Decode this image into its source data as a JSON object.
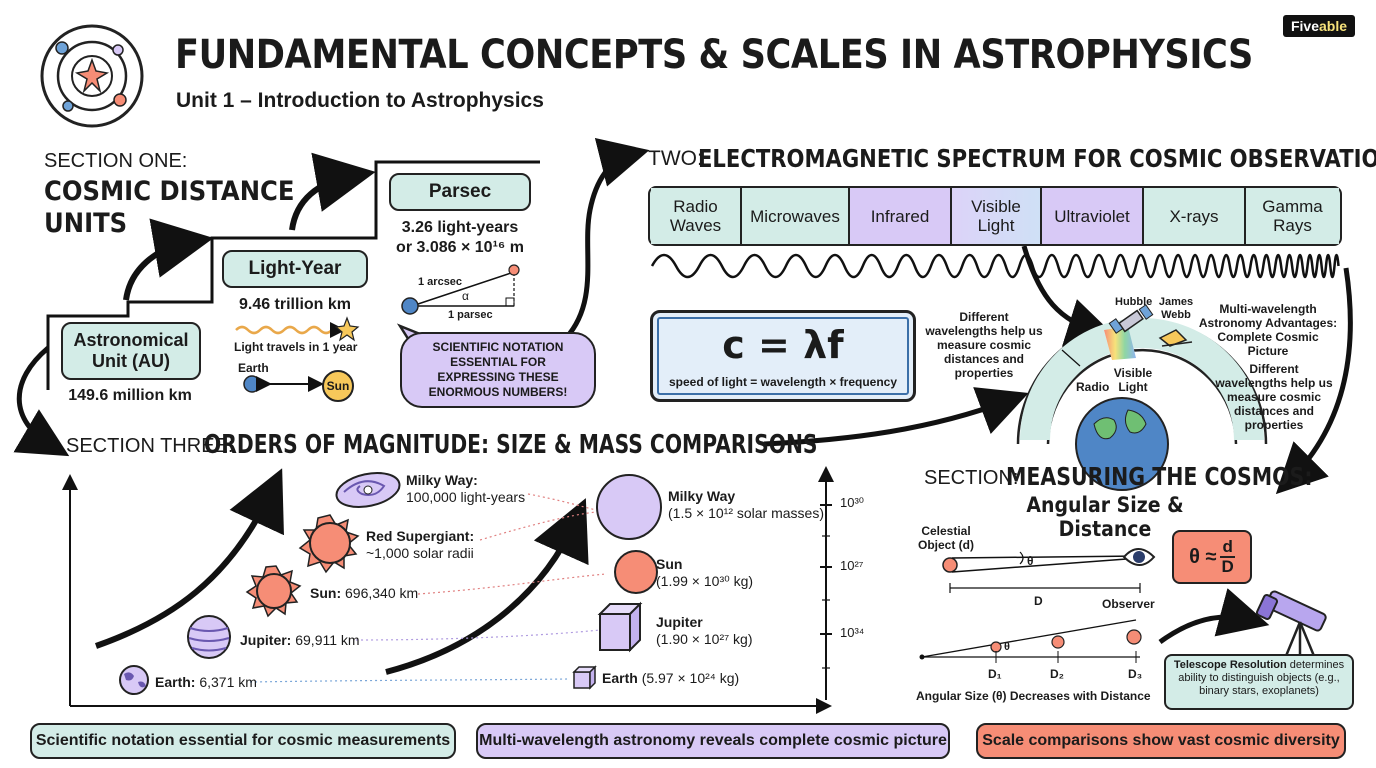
{
  "header": {
    "title": "FUNDAMENTAL CONCEPTS & SCALES IN ASTROPHYSICS",
    "subtitle": "Unit 1 – Introduction to Astrophysics",
    "brand": "Fiveable",
    "brand_prefix": "Five",
    "brand_suffix": "able"
  },
  "distance": {
    "section_label": "SECTION ONE:",
    "heading_line1": "COSMIC DISTANCE",
    "heading_line2": "UNITS",
    "au_label": "Astronomical Unit (AU)",
    "au_value": "149.6 million km",
    "ly_label": "Light-Year",
    "ly_value": "9.46 trillion km",
    "ly_note": "Light travels in 1 year",
    "earth_label": "Earth",
    "sun_label": "Sun",
    "parsec_label": "Parsec",
    "parsec_value_line1": "3.26 light-years",
    "parsec_value_line2": "or 3.086 × 10¹⁶ m",
    "arcsec_label": "1 arcsec",
    "alpha_label": "α",
    "parsec_base_label": "1 parsec",
    "callout": "SCIENTIFIC NOTATION ESSENTIAL FOR EXPRESSING THESE ENORMOUS NUMBERS!"
  },
  "spectrum": {
    "section_label": "TWO:",
    "heading": "ELECTROMAGNETIC SPECTRUM FOR COSMIC OBSERVATION",
    "bands": [
      "Radio Waves",
      "Microwaves",
      "Infrared",
      "Visible Light",
      "Ultraviolet",
      "X-rays",
      "Gamma Rays"
    ],
    "equation": "c = λf",
    "equation_caption": "speed of light = wavelength × frequency",
    "note_left": "Different wavelengths help us measure cosmic distances and properties",
    "hubble": "Hubble",
    "webb": "James Webb",
    "radio_label": "Radio",
    "visible_label": "Visible Light",
    "advantages": "Multi-wavelength Astronomy Advantages: Complete Cosmic Picture",
    "note_right": "Different wavelengths help us measure cosmic distances and properties"
  },
  "magnitude": {
    "section_label": "SECTION THREE:",
    "heading": "ORDERS OF MAGNITUDE: SIZE & MASS COMPARISONS",
    "sizes": [
      {
        "name": "Milky Way:",
        "value": "100,000 light-years"
      },
      {
        "name": "Red Supergiant:",
        "value": "~1,000 solar radii"
      },
      {
        "name": "Sun:",
        "value": "696,340 km"
      },
      {
        "name": "Jupiter:",
        "value": "69,911 km"
      },
      {
        "name": "Earth:",
        "value": "6,371 km"
      }
    ],
    "masses": [
      {
        "name": "Milky Way",
        "value": "(1.5 × 10¹² solar masses)"
      },
      {
        "name": "Sun",
        "value": "(1.99 × 10³⁰ kg)"
      },
      {
        "name": "Jupiter",
        "value": "(1.90 × 10²⁷ kg)"
      },
      {
        "name": "Earth",
        "value": "(5.97 × 10²⁴ kg)"
      }
    ],
    "axis_ticks": [
      "10³⁰",
      "10²⁷",
      "10³⁴"
    ]
  },
  "measuring": {
    "section_label": "SECTION:",
    "heading": "MEASURING THE COSMOS:",
    "subheading": "Angular Size & Distance",
    "object_label": "Celestial Object (d)",
    "theta": "θ",
    "distance_label": "D",
    "observer_label": "Observer",
    "formula_lhs": "θ ≈",
    "formula_num": "d",
    "formula_den": "D",
    "d1": "D₁",
    "d2": "D₂",
    "d3": "D₃",
    "decrease_caption": "Angular Size (θ) Decreases with Distance",
    "telescope_bold": "Telescope Resolution",
    "telescope_rest": " determines ability to distinguish objects (e.g., binary stars, exoplanets)"
  },
  "footer": {
    "left": "Scientific notation essential for cosmic measurements",
    "middle": "Multi-wavelength astronomy reveals complete cosmic picture",
    "right": "Scale comparisons show vast cosmic diversity"
  },
  "colors": {
    "mint": "#d3ece7",
    "lavender": "#d8c9f6",
    "peach": "#f68d76",
    "ink": "#1b1b1b",
    "sun": "#f7c85a",
    "earth": "#4f86c6"
  }
}
